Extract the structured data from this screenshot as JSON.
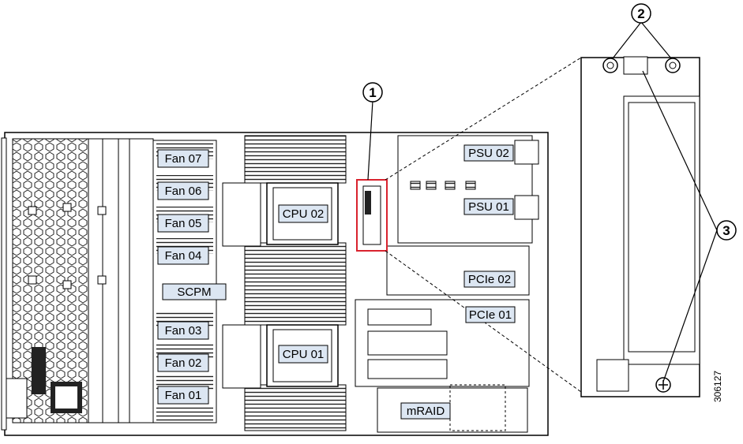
{
  "labels": {
    "fans": [
      "Fan 07",
      "Fan 06",
      "Fan 05",
      "Fan 04",
      "Fan 03",
      "Fan 02",
      "Fan 01"
    ],
    "scpm": "SCPM",
    "cpu_top": "CPU 02",
    "cpu_bottom": "CPU 01",
    "psu_top": "PSU 02",
    "psu_bottom": "PSU 01",
    "pcie_top": "PCIe 02",
    "pcie_bottom": "PCIe 01",
    "mraid": "mRAID"
  },
  "callouts": {
    "c1": "1",
    "c2": "2",
    "c3": "3"
  },
  "figure_id": "306127",
  "colors": {
    "label_fill": "#dce6f2",
    "highlight": "#d9232e",
    "line": "#000000"
  }
}
